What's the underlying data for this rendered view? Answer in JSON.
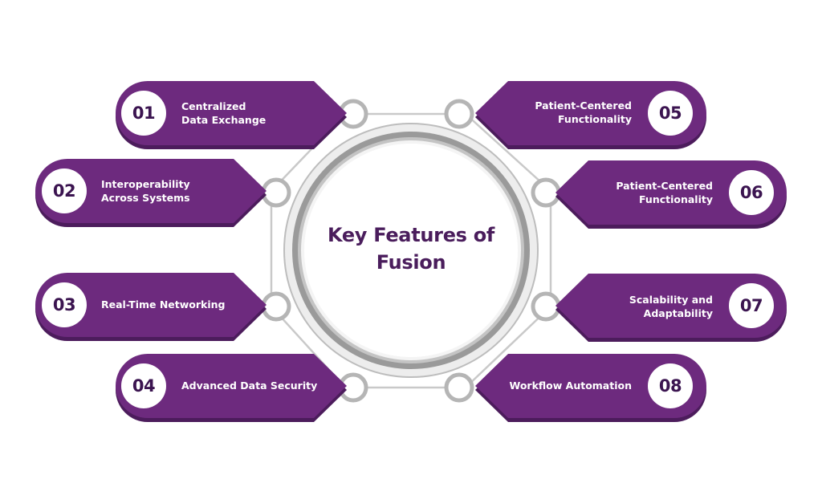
{
  "title": {
    "line1": "Key Features of",
    "line2": "Fusion"
  },
  "colors": {
    "pill": "#6d2a7e",
    "pill_shadow": "#4c1c5c",
    "title": "#4a1d5c",
    "ring": "#a9a9a9",
    "connector": "#c7c7c7"
  },
  "features": [
    {
      "number": "01",
      "line1": "Centralized",
      "line2": "Data Exchange"
    },
    {
      "number": "02",
      "line1": "Interoperability",
      "line2": "Across Systems"
    },
    {
      "number": "03",
      "line1": "Real-Time Networking",
      "line2": ""
    },
    {
      "number": "04",
      "line1": "Advanced Data Security",
      "line2": ""
    },
    {
      "number": "05",
      "line1": "Patient-Centered",
      "line2": "Functionality"
    },
    {
      "number": "06",
      "line1": "Patient-Centered",
      "line2": "Functionality"
    },
    {
      "number": "07",
      "line1": "Scalability and",
      "line2": "Adaptability"
    },
    {
      "number": "08",
      "line1": "Workflow Automation",
      "line2": ""
    }
  ]
}
